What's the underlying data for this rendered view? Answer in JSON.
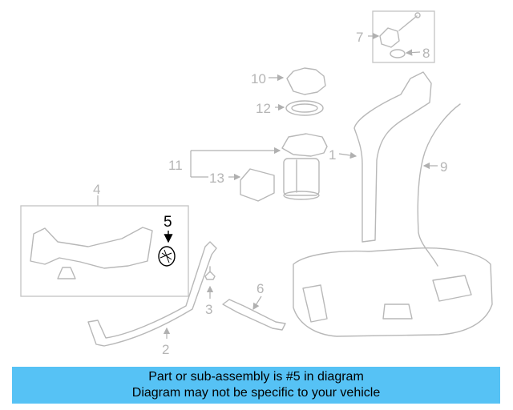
{
  "diagram": {
    "callouts": [
      "1",
      "2",
      "3",
      "4",
      "5",
      "6",
      "7",
      "8",
      "9",
      "10",
      "11",
      "12",
      "13"
    ],
    "highlighted_part": "5"
  },
  "banner": {
    "line1": "Part or sub-assembly is #5 in diagram",
    "line2": "Diagram may not be specific to your vehicle",
    "color": "#56c2f5"
  }
}
